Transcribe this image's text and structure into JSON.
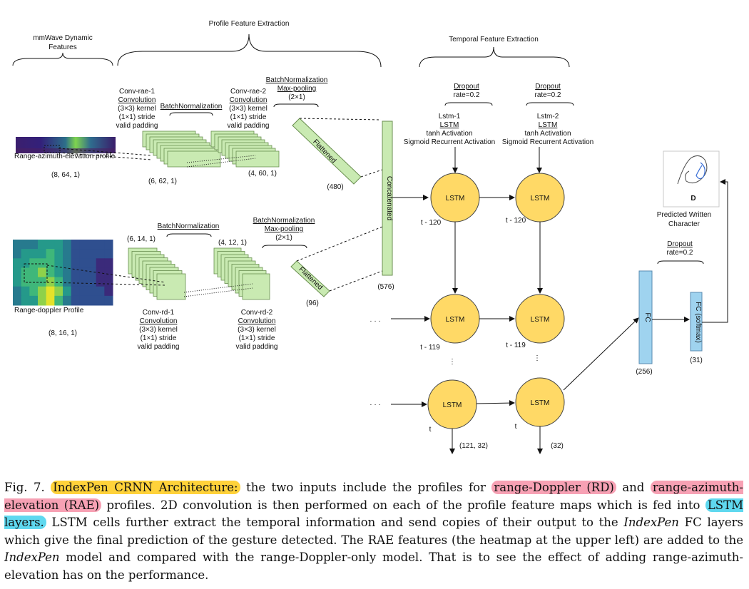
{
  "colors": {
    "conv_fill": "#c9eab2",
    "conv_stroke": "#6a8f50",
    "lstm_fill": "#ffd966",
    "fc_fill": "#9fd3ef",
    "highlight_yellow": "#ffd23a",
    "highlight_pink": "#f7a1b4",
    "highlight_cyan": "#5fd8ef"
  },
  "diagram": {
    "section_mmwave": [
      "mmWave Dynamic",
      "Features"
    ],
    "section_profile": "Profile Feature Extraction",
    "section_temporal": "Temporal Feature Extraction",
    "rae": {
      "profile_label": "Range-azimuth-elevation profile",
      "profile_shape": "(8, 64, 1)",
      "conv1": [
        "Conv-rae-1",
        "Convolution",
        "(3×3) kernel",
        "(1×1) stride",
        "valid padding"
      ],
      "bn1": "BatchNormalization",
      "out1_shape": "(6, 62, 1)",
      "conv2": [
        "Conv-rae-2",
        "Convolution",
        "(3×3) kernel",
        "(1×1) stride",
        "valid padding"
      ],
      "out2_shape": "(4, 60, 1)",
      "bn_pool": [
        "BatchNormalization",
        "Max-pooling",
        "(2×1)"
      ],
      "flattened": "Flattened",
      "flat_shape": "(480)"
    },
    "rd": {
      "profile_label": "Range-doppler Profile",
      "profile_shape": "(8, 16, 1)",
      "bn1": "BatchNormalization",
      "out1_shape": "(6, 14, 1)",
      "out2_shape": "(4, 12, 1)",
      "bn_pool": [
        "BatchNormalization",
        "Max-pooling",
        "(2×1)"
      ],
      "conv1": [
        "Conv-rd-1",
        "Convolution",
        "(3×3) kernel",
        "(1×1) stride",
        "valid padding"
      ],
      "conv2": [
        "Conv-rd-2",
        "Convolution",
        "(3×3) kernel",
        "(1×1) stride",
        "valid padding"
      ],
      "flattened": "Flattened",
      "flat_shape": "(96)"
    },
    "concat": {
      "label": "Concatenated",
      "shape": "(576)"
    },
    "lstm1": {
      "dropout": "Dropout",
      "rate": "rate=0.2",
      "info": [
        "Lstm-1",
        "LSTM",
        "tanh Activation",
        "Sigmoid Recurrent Activation"
      ]
    },
    "lstm2": {
      "dropout": "Dropout",
      "rate": "rate=0.2",
      "info": [
        "Lstm-2",
        "LSTM",
        "tanh Activation",
        "Sigmoid Recurrent Activation"
      ]
    },
    "lstm_cell_label": "LSTM",
    "time_labels": {
      "t120a": "t - 120",
      "t120b": "t - 120",
      "t119a": "t - 119",
      "t119b": "t - 119",
      "ta": "t",
      "tb": "t"
    },
    "ellipsis": "· · ·",
    "vdots": "⋮",
    "out_shape_1": "(121, 32)",
    "out_shape_2": "(32)",
    "fc": {
      "label": "FC",
      "shape": "(256)"
    },
    "fc_softmax": {
      "label": "FC (softmax)",
      "shape": "(31)"
    },
    "fc_dropout": {
      "dropout": "Dropout",
      "rate": "rate=0.2"
    },
    "predicted": {
      "letter": "D",
      "label": [
        "Predicted Written",
        "Character"
      ]
    }
  },
  "caption": {
    "fig": "Fig. 7.",
    "highlight1": "IndexPen CRNN Architecture:",
    "part1": " the two inputs include the profiles for ",
    "highlight2": "range-Doppler (RD)",
    "part2": " and ",
    "highlight3": "range-azimuth-elevation (RAE)",
    "part3": " profiles. 2D convolution is then performed on each of the profile feature maps which is fed into ",
    "highlight4": "LSTM layers.",
    "part4": " LSTM cells further extract the temporal information and send copies of their output to the ",
    "italic1": "IndexPen",
    "part5": " FC layers which give the final prediction of the gesture detected. The RAE features (the heatmap at the upper left) are added to the ",
    "italic2": "IndexPen",
    "part6": " model and compared with the range-Doppler-only model. That is to see the effect of adding range-azimuth-elevation has on the performance."
  }
}
